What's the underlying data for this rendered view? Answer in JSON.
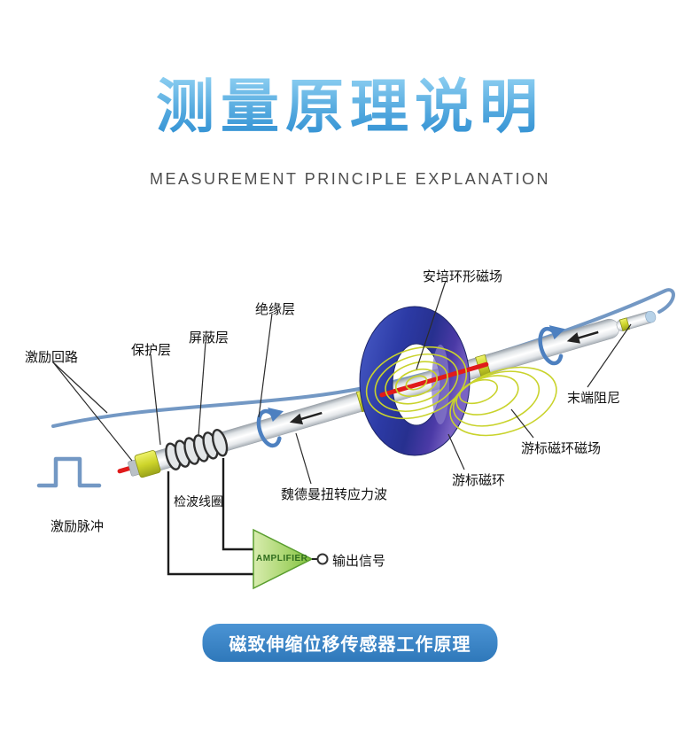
{
  "header": {
    "title": "测量原理说明",
    "subtitle": "MEASUREMENT PRINCIPLE EXPLANATION"
  },
  "diagram": {
    "labels": {
      "excitation_loop": "激励回路",
      "protective_layer": "保护层",
      "shielding_layer": "屏蔽层",
      "insulation_layer": "绝缘层",
      "ampere_field": "安培环形磁场",
      "end_damping": "末端阻尼",
      "cursor_field": "游标磁环磁场",
      "cursor_ring": "游标磁环",
      "wiedemann_wave": "魏德曼扭转应力波",
      "detection_coil": "检波线圈",
      "excitation_pulse": "激励脉冲",
      "amplifier": "AMPLIFIER",
      "output_signal": "输出信号"
    },
    "colors": {
      "wire_blue": "#7398c4",
      "magnet_blue": "#2c3a9e",
      "magnet_purple": "#8678c8",
      "field_yellow": "#c9d32c",
      "signal_red": "#e01b1b",
      "amplifier_green": "#8cc63e",
      "arrow_blue": "#4d80c0"
    }
  },
  "footer": {
    "caption": "磁致伸缩位移传感器工作原理"
  }
}
